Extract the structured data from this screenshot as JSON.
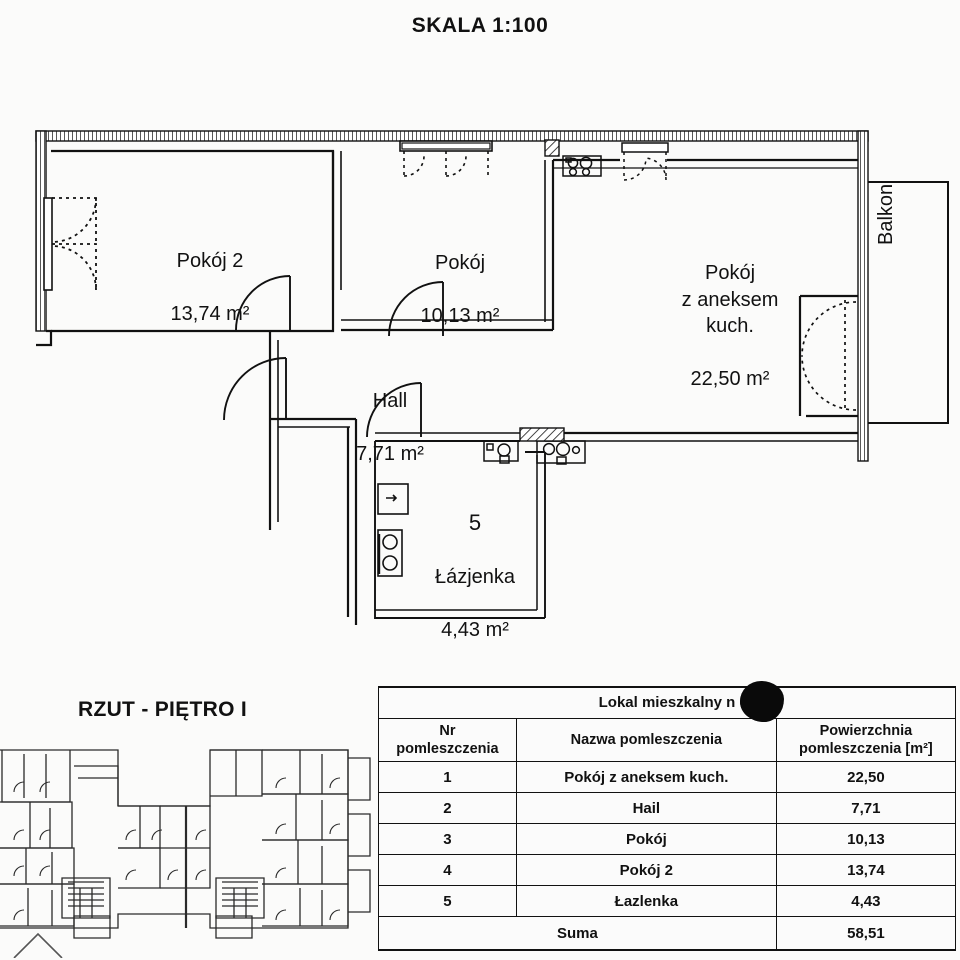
{
  "title": "SKALA 1:100",
  "plan": {
    "rooms": [
      {
        "key": "pokoj2",
        "name": "Pokój 2",
        "area": "13,74 m²",
        "number": "4"
      },
      {
        "key": "pokoj",
        "name": "Pokój",
        "area": "10,13 m²",
        "number": "3"
      },
      {
        "key": "aneks",
        "name": "Pokój\nz aneksem\nkuch.",
        "area": "22,50 m²",
        "number": "1"
      },
      {
        "key": "hall",
        "name": "Hall",
        "area": "7,71 m²",
        "number": "2"
      },
      {
        "key": "bath",
        "name": "Łázjenka",
        "area": "4,43 m²",
        "number": "5"
      }
    ],
    "balcony_label": "Balkon"
  },
  "mini_plan": {
    "title": "RZUT - PIĘTRO I"
  },
  "table": {
    "caption": "Lokal mieszkalny n",
    "headers": {
      "nr": "Nr\npomleszczenia",
      "name": "Nazwa pomleszczenia",
      "area": "Powierzchnia\npomleszczenia [m²]"
    },
    "rows": [
      {
        "nr": "1",
        "name": "Pokój z aneksem kuch.",
        "area": "22,50"
      },
      {
        "nr": "2",
        "name": "Hail",
        "area": "7,71"
      },
      {
        "nr": "3",
        "name": "Pokój",
        "area": "10,13"
      },
      {
        "nr": "4",
        "name": "Pokój 2",
        "area": "13,74"
      },
      {
        "nr": "5",
        "name": "Łazlenka",
        "area": "4,43"
      }
    ],
    "total": {
      "label": "Suma",
      "area": "58,51"
    }
  },
  "colors": {
    "ink": "#111111",
    "paper": "#fbfbfa",
    "redaction": "#0a0a0a"
  }
}
